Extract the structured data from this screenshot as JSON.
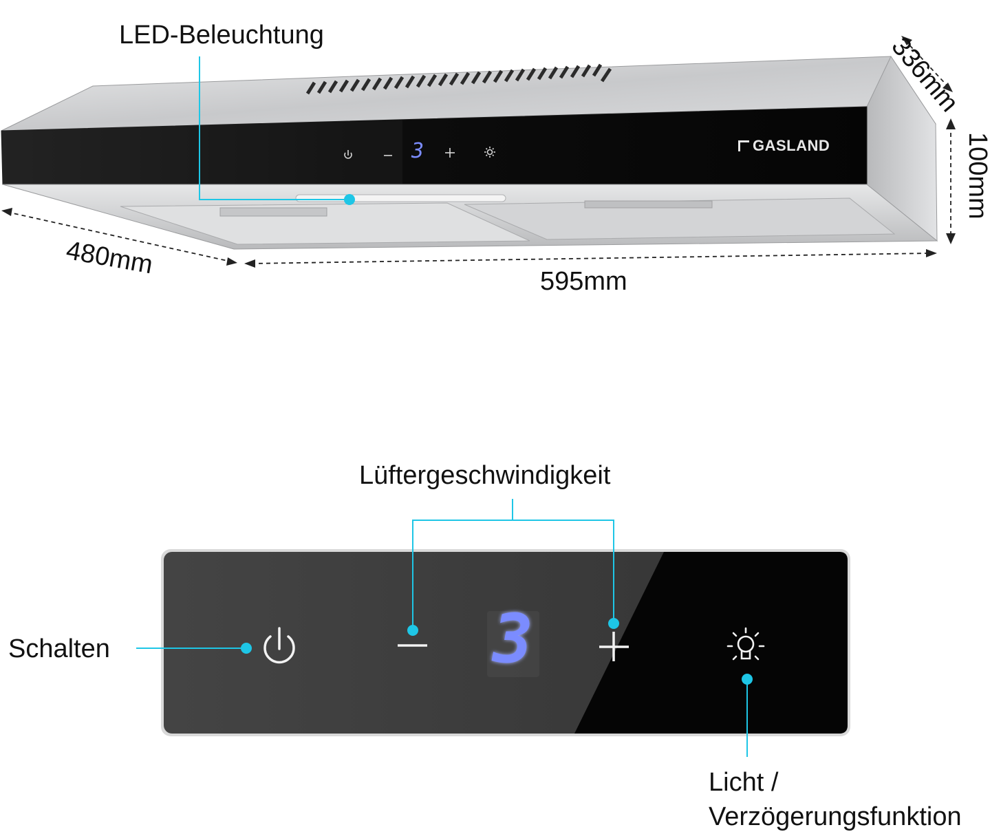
{
  "callouts": {
    "led": "LED-Beleuchtung",
    "fan_speed": "Lüftergeschwindigkeit",
    "power": "Schalten",
    "light_line1": "Licht /",
    "light_line2": "Verzögerungsfunktion"
  },
  "dimensions": {
    "depth": "336mm",
    "height": "100mm",
    "side": "480mm",
    "width": "595mm"
  },
  "hood": {
    "brand": "GASLAND",
    "display_value": "3"
  },
  "panel": {
    "display_value": "3",
    "minus_symbol": "–",
    "plus_symbol": "+"
  },
  "colors": {
    "accent": "#1ec6e6",
    "panel_dark": "#0a0a0a",
    "panel_grey": "#3a3a3a",
    "display_blue": "#7b8cff",
    "steel": "#c9cbcd"
  },
  "icons": [
    "power-icon",
    "minus-icon",
    "plus-icon",
    "light-icon"
  ]
}
